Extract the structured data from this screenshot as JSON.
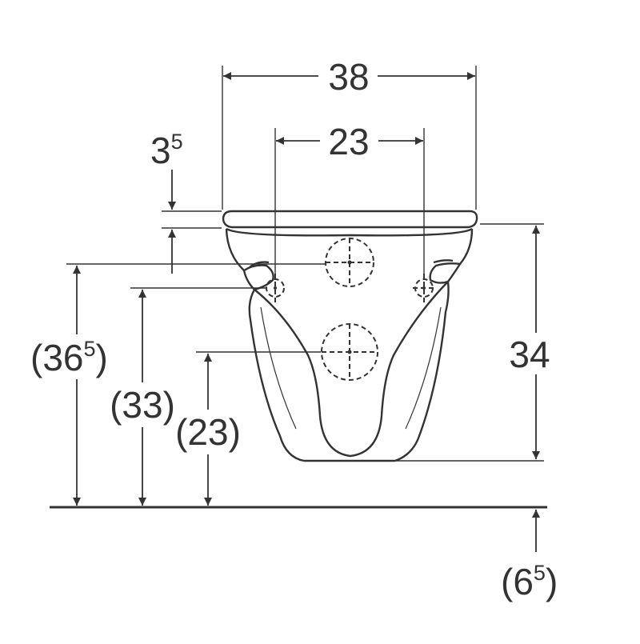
{
  "colors": {
    "line": "#333333",
    "background": "#ffffff"
  },
  "dimensions": {
    "top_width": {
      "value": "38"
    },
    "fixing_spacing": {
      "value": "23"
    },
    "rim_thickness": {
      "base": "3",
      "sup": "5"
    },
    "bowl_height": {
      "value": "34"
    },
    "rim_height": {
      "base": "(36",
      "sup": "5",
      "close": ")"
    },
    "fixing_height": {
      "value": "(33)"
    },
    "outlet_height": {
      "value": "(23)"
    },
    "floor_gap": {
      "base": "(6",
      "sup": "5",
      "close": ")"
    }
  }
}
